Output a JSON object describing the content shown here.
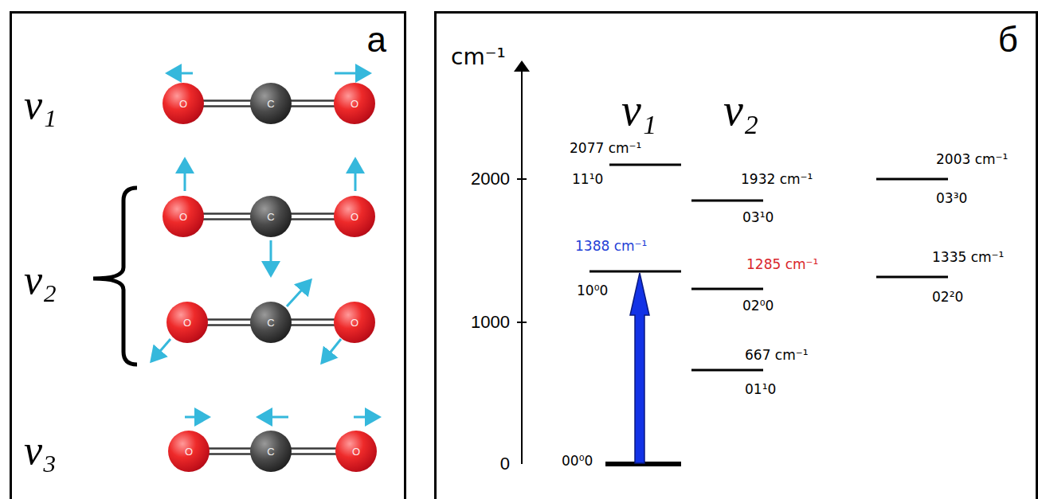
{
  "diagram": {
    "nodes": [
      {
        "text": [
          "а"
        ]
      },
      {
        "text": [
          "O"
        ],
        "in": 0
      },
      {
        "text": [
          "C"
        ],
        "in": 0
      },
      {
        "text": [
          "O"
        ],
        "in": 0
      },
      {
        "text": [
          "O"
        ],
        "in": 0
      },
      {
        "text": [
          "C"
        ],
        "in": 0
      },
      {
        "text": [
          "O"
        ],
        "in": 0
      },
      {
        "text": [
          "O"
        ],
        "in": 0
      },
      {
        "text": [
          "C"
        ],
        "in": 0
      },
      {
        "text": [
          "O"
        ],
        "in": 0
      },
      {
        "text": [
          "O"
        ],
        "in": 0
      },
      {
        "text": [
          "C"
        ],
        "in": 0
      },
      {
        "text": [
          "O"
        ],
        "in": 0
      },
      {
        "text": [
          "б"
        ]
      }
    ],
    "edges": [
      {
        "from": 1,
        "to": 2,
        "arrow": "none"
      },
      {
        "from": 2,
        "to": 3,
        "arrow": "none"
      },
      {
        "from": 4,
        "to": 5,
        "arrow": "none"
      },
      {
        "from": 5,
        "to": 6,
        "arrow": "none"
      },
      {
        "from": 7,
        "to": 8,
        "arrow": "none"
      },
      {
        "from": 8,
        "to": 9,
        "arrow": "none"
      },
      {
        "from": 10,
        "to": 11,
        "arrow": "none"
      },
      {
        "from": 11,
        "to": 12,
        "arrow": "none"
      }
    ],
    "labels": [
      "ν₁",
      "ν₂",
      "ν₃",
      "cm⁻¹",
      "2000",
      "1000",
      "0",
      "ν₁",
      "ν₂",
      "2077 cm⁻¹",
      "11¹0",
      "1932 cm⁻¹",
      "03¹0",
      "2003 cm⁻¹",
      "03³0",
      "1388 cm⁻¹",
      "10⁰0",
      "1285 cm⁻¹",
      "02⁰0",
      "1335 cm⁻¹",
      "02²0",
      "667 cm⁻¹",
      "01¹0",
      "00⁰0"
    ]
  }
}
